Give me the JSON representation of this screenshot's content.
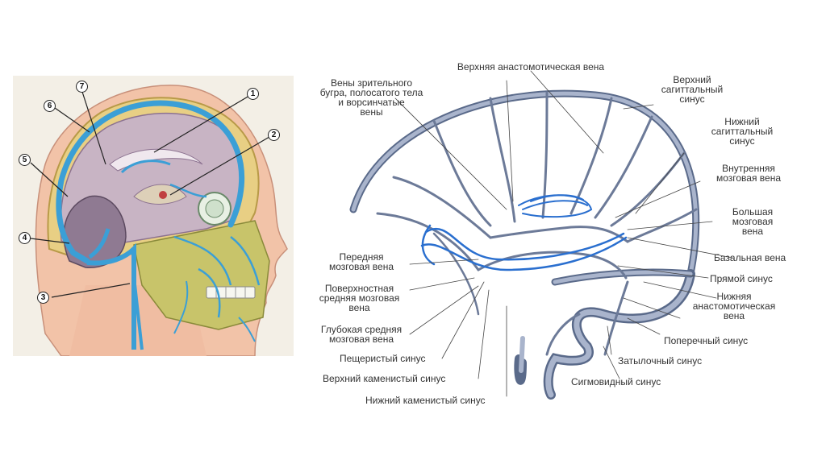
{
  "left_figure": {
    "markers": [
      "1",
      "2",
      "3",
      "4",
      "5",
      "6",
      "7"
    ]
  },
  "right_figure": {
    "labels": {
      "verkh_anastom": "Верхняя анастомотическая вена",
      "veny_zritelnogo": "Вены зрительного\nбугра, полосатого тела\nи ворсинчатые\nвены",
      "verkh_sagitt": "Верхний\nсагиттальный\nсинус",
      "nizh_sagitt": "Нижний\nсагиттальный\nсинус",
      "vnutr_mozg": "Внутренняя\nмозговая вена",
      "bolshaya_mozg": "Большая\nмозговая\nвена",
      "bazalnaya": "Базальная вена",
      "pryamoi": "Прямой синус",
      "nizh_anastom": "Нижняя\nанастомотическая\nвена",
      "poperechny": "Поперечный синус",
      "zatylochny": "Затылочный синус",
      "sigmovidny": "Сигмовидный синус",
      "perednyaya_mozg": "Передняя\nмозговая вена",
      "poverkh_sred": "Поверхностная\nсредняя мозговая\nвена",
      "glub_sred": "Глубокая средняя\nмозговая вена",
      "pescheristy": "Пещеристый синус",
      "verkh_kamen": "Верхний каменистый синус",
      "nizh_kamen": "Нижний каменистый синус"
    }
  }
}
